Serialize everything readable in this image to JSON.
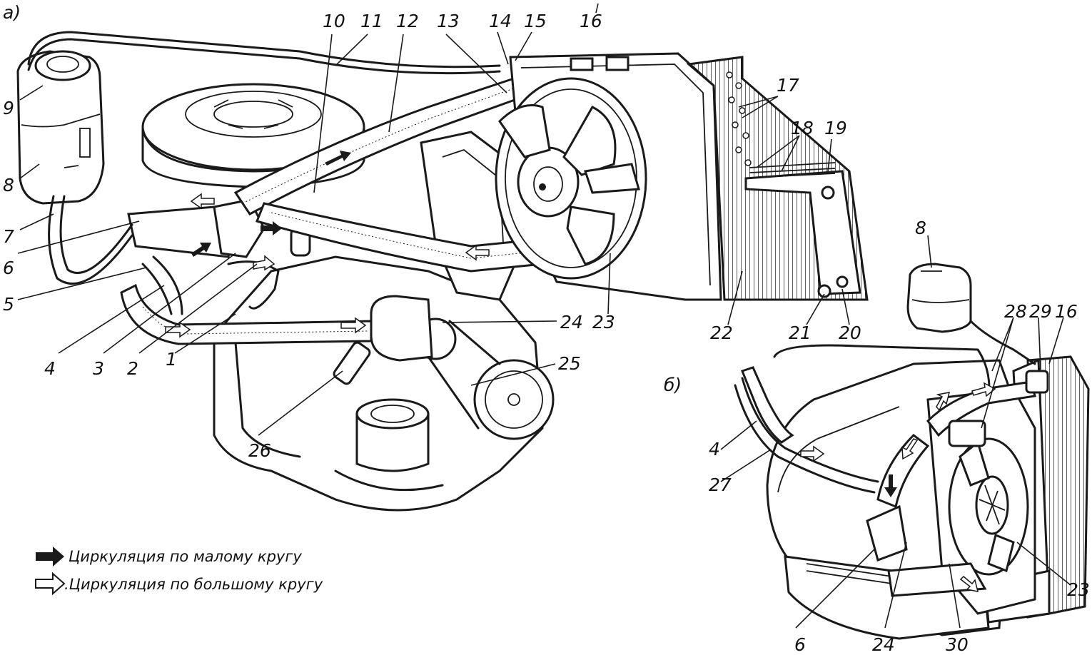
{
  "panels": {
    "a": "а)",
    "b": "б)"
  },
  "callouts_a": [
    "1",
    "2",
    "3",
    "4",
    "5",
    "6",
    "7",
    "8",
    "9",
    "10",
    "11",
    "12",
    "13",
    "14",
    "15",
    "16",
    "17",
    "18",
    "19",
    "20",
    "21",
    "22",
    "23",
    "24",
    "25",
    "26"
  ],
  "callouts_b": [
    "8",
    "28",
    "29",
    "16",
    "4",
    "27",
    "6",
    "24",
    "30",
    "23"
  ],
  "legend": {
    "small_circuit": "Циркуляция по малому кругу",
    "large_circuit": ".Циркуляция по большому кругу"
  }
}
